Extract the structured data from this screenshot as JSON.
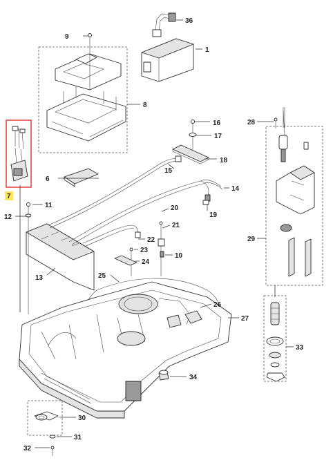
{
  "diagram": {
    "highlight_color": "#e03030",
    "label_highlight_color": "#ffe45c",
    "callouts": [
      {
        "id": "c1",
        "text": "1"
      },
      {
        "id": "c6",
        "text": "6"
      },
      {
        "id": "c7",
        "text": "7",
        "highlighted": true
      },
      {
        "id": "c8",
        "text": "8"
      },
      {
        "id": "c9",
        "text": "9"
      },
      {
        "id": "c10",
        "text": "10"
      },
      {
        "id": "c11",
        "text": "11"
      },
      {
        "id": "c12",
        "text": "12"
      },
      {
        "id": "c13",
        "text": "13"
      },
      {
        "id": "c14",
        "text": "14"
      },
      {
        "id": "c15",
        "text": "15"
      },
      {
        "id": "c16",
        "text": "16"
      },
      {
        "id": "c17",
        "text": "17"
      },
      {
        "id": "c18",
        "text": "18"
      },
      {
        "id": "c19",
        "text": "19"
      },
      {
        "id": "c20",
        "text": "20"
      },
      {
        "id": "c21",
        "text": "21"
      },
      {
        "id": "c22",
        "text": "22"
      },
      {
        "id": "c23",
        "text": "23"
      },
      {
        "id": "c24",
        "text": "24"
      },
      {
        "id": "c25",
        "text": "25"
      },
      {
        "id": "c26",
        "text": "26"
      },
      {
        "id": "c27",
        "text": "27"
      },
      {
        "id": "c28",
        "text": "28"
      },
      {
        "id": "c29",
        "text": "29"
      },
      {
        "id": "c30",
        "text": "30"
      },
      {
        "id": "c31",
        "text": "31"
      },
      {
        "id": "c32",
        "text": "32"
      },
      {
        "id": "c33",
        "text": "33"
      },
      {
        "id": "c34",
        "text": "34"
      },
      {
        "id": "c36",
        "text": "36"
      }
    ]
  }
}
